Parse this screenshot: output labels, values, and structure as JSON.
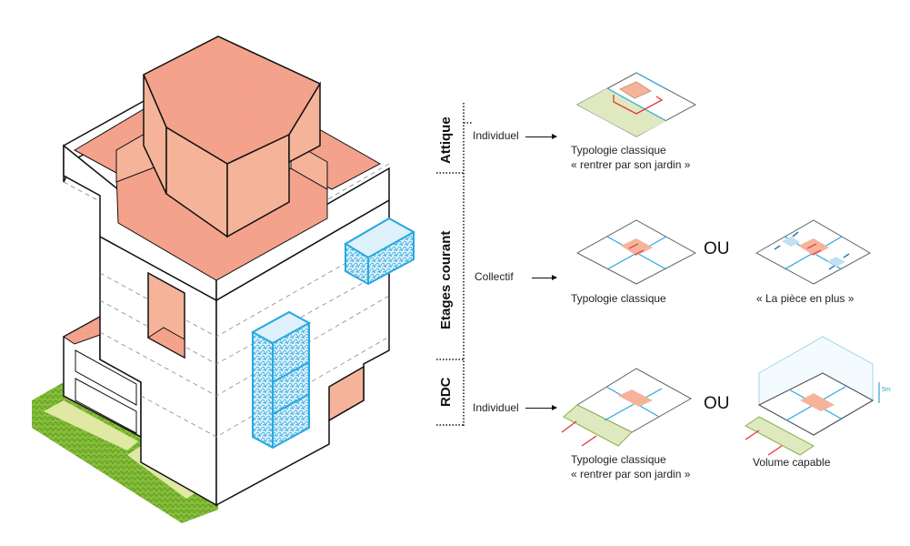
{
  "colors": {
    "roof_salmon": "#f4a48e",
    "wall_salmon": "#f5b49a",
    "module_blue": "#28a8e0",
    "module_fill": "#dff1fa",
    "grass_green": "#77b22c",
    "lawn": "#e0e8a4",
    "plot_green": "#dfe9bf",
    "circulation_red": "#e0343a",
    "axis_blue": "#2aa6dc",
    "plot_outline": "#555555"
  },
  "sections": [
    {
      "title": "Attique",
      "type_label": "Individuel",
      "options": [
        {
          "caption": [
            "Typologie classique",
            "« rentrer par son jardin »"
          ],
          "icon": "plan-garden-entry-icon"
        }
      ]
    },
    {
      "title": "Etages courant",
      "type_label": "Collectif",
      "separator": "OU",
      "options": [
        {
          "caption": [
            "Typologie classique"
          ],
          "icon": "plan-collective-icon"
        },
        {
          "caption": [
            "« La pièce en plus »"
          ],
          "icon": "plan-extra-room-icon"
        }
      ]
    },
    {
      "title": "RDC",
      "type_label": "Individuel",
      "separator": "OU",
      "options": [
        {
          "caption": [
            "Typologie classique",
            "« rentrer par son jardin »"
          ],
          "icon": "plan-ground-garden-icon"
        },
        {
          "caption": [
            "Volume capable"
          ],
          "icon": "plan-volume-icon",
          "dimension": "5m"
        }
      ]
    }
  ],
  "building": {
    "icon": "isometric-building-icon"
  }
}
